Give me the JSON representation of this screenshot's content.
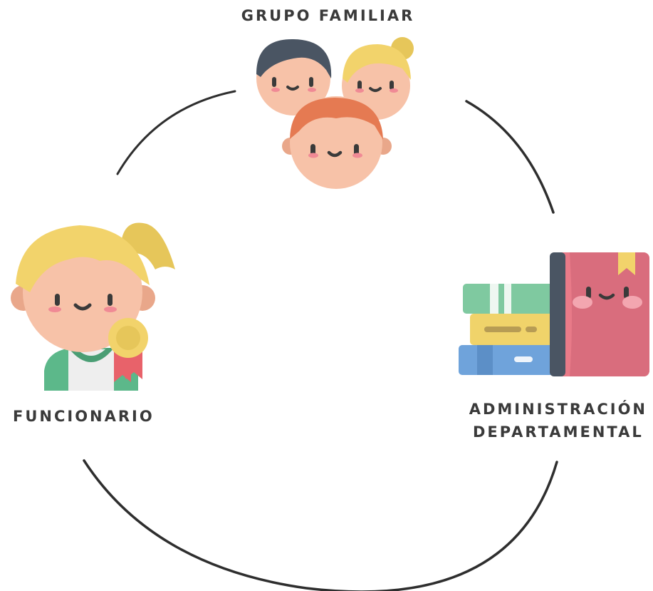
{
  "nodes": {
    "family": {
      "label": "GRUPO FAMILIAR",
      "icon": "family-group-icon"
    },
    "official": {
      "label": "FUNCIONARIO",
      "icon": "official-with-award-icon"
    },
    "administration": {
      "label_line1": "ADMINISTRACIÓN",
      "label_line2": "DEPARTAMENTAL",
      "icon": "books-stack-icon"
    }
  },
  "colors": {
    "arc": "#2e2e2e",
    "text": "#3a3a3a",
    "skin": "#f7c2a8",
    "skin_shadow": "#e9a78a",
    "blonde": "#f2d36b",
    "dark_hair": "#4a5563",
    "red_hair": "#e57a52",
    "green": "#5cb88a",
    "ribbon": "#e8626a",
    "book_red": "#e87a88",
    "book_dark": "#4a5563",
    "book_green": "#7fc9a0",
    "book_yellow": "#f0d36a",
    "book_blue": "#6fa3db"
  }
}
